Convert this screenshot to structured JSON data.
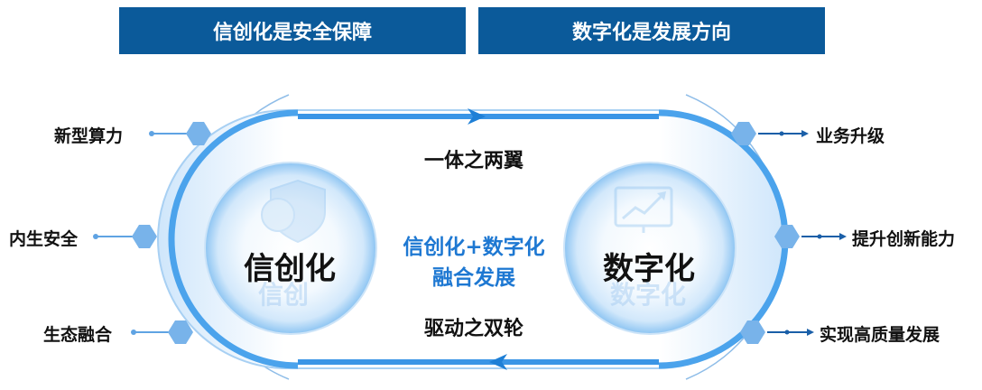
{
  "banners": {
    "left": "信创化是安全保障",
    "right": "数字化是发展方向"
  },
  "left_circle": {
    "title": "信创化",
    "ghost_text": "信创"
  },
  "right_circle": {
    "title": "数字化",
    "ghost_text": "数字化"
  },
  "center": {
    "top_phrase": "一体之两翼",
    "main_line1": "信创化+数字化",
    "main_line2": "融合发展",
    "bottom_phrase": "驱动之双轮"
  },
  "left_labels": [
    "新型算力",
    "内生安全",
    "生态融合"
  ],
  "right_labels": [
    "业务升级",
    "提升创新能力",
    "实现高质量发展"
  ],
  "colors": {
    "banner": "#0b5a9a",
    "accent_blue": "#1e7fd6",
    "hexagon": "#6aa8e6",
    "center_text_blue": "#1e78d2"
  }
}
